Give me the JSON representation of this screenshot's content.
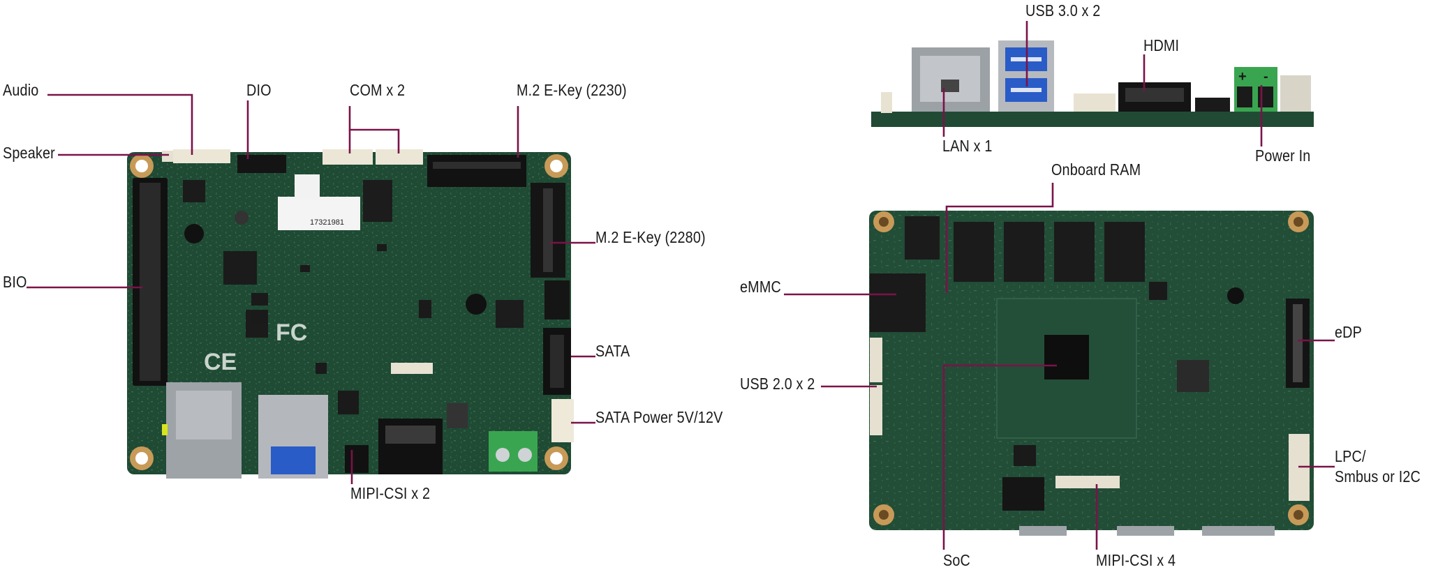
{
  "colors": {
    "pcb": "#1f4a34",
    "pcb_dark": "#163726",
    "leader": "#7a1348",
    "text": "#1a1a1a",
    "chip": "#1c1c1c",
    "metal": "#a8acb0",
    "usb_blue": "#2a5cc8",
    "terminal_green": "#3aa550",
    "hole": "#c89a58"
  },
  "labels": {
    "audio": "Audio",
    "speaker": "Speaker",
    "bio": "BIO",
    "dio": "DIO",
    "com": "COM x 2",
    "m2_2230": "M.2 E-Key (2230)",
    "m2_2280": "M.2 E-Key (2280)",
    "sata": "SATA",
    "sata_power": "SATA Power 5V/12V",
    "mipi_front": "MIPI-CSI x 2",
    "usb30": "USB 3.0 x 2",
    "hdmi": "HDMI",
    "lan": "LAN x 1",
    "power_in": "Power In",
    "onboard_ram": "Onboard RAM",
    "emmc": "eMMC",
    "usb20": "USB 2.0 x 2",
    "edp": "eDP",
    "lpc": "LPC/\nSmbus or I2C",
    "soc": "SoC",
    "mipi_back": "MIPI-CSI x 4"
  },
  "board_markings": {
    "fcc": "FC",
    "ce": "CE",
    "serial": "17321981",
    "plus": "+",
    "minus": "-"
  },
  "icons": {
    "fcc_logo": "fcc-mark-icon",
    "ce_logo": "ce-mark-icon",
    "recycle": "recycle-mark-icon"
  }
}
